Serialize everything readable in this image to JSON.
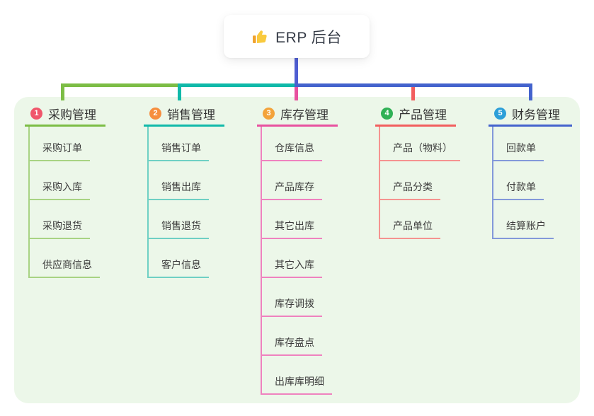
{
  "root": {
    "title": "ERP 后台",
    "icon": "thumbs-up-icon",
    "icon_colors": {
      "hand": "#f9ca3e",
      "cuff": "#f0a32f"
    }
  },
  "panel_color": "#ecf7e9",
  "connectors": {
    "stem": "#4f5ed2",
    "elbow_branch1": "#7cbd45",
    "elbow_branch2": "#10b9a9",
    "elbow_branch3": "#e8519f",
    "elbow_branch4": "#f25e5e",
    "elbow_branch5": "#4463cd"
  },
  "branches": [
    {
      "num": "1",
      "label": "采购管理",
      "badge_color": "#f0566b",
      "line_color": "#7cbd45",
      "child_line_color": "#a8d383",
      "children": [
        "采购订单",
        "采购入库",
        "采购退货",
        "供应商信息"
      ]
    },
    {
      "num": "2",
      "label": "销售管理",
      "badge_color": "#f68e3e",
      "line_color": "#10b9a9",
      "child_line_color": "#6fd0c4",
      "children": [
        "销售订单",
        "销售出库",
        "销售退货",
        "客户信息"
      ]
    },
    {
      "num": "3",
      "label": "库存管理",
      "badge_color": "#f3a33b",
      "line_color": "#e8519f",
      "child_line_color": "#ef82bf",
      "children": [
        "仓库信息",
        "产品库存",
        "其它出库",
        "其它入库",
        "库存调拨",
        "库存盘点",
        "出库库明细"
      ]
    },
    {
      "num": "4",
      "label": "产品管理",
      "badge_color": "#30b156",
      "line_color": "#f25e5e",
      "child_line_color": "#f59390",
      "children": [
        "产品（物料）",
        "产品分类",
        "产品单位"
      ]
    },
    {
      "num": "5",
      "label": "财务管理",
      "badge_color": "#2d9fd8",
      "line_color": "#4463cd",
      "child_line_color": "#8399da",
      "children": [
        "回款单",
        "付款单",
        "结算账户"
      ]
    }
  ]
}
